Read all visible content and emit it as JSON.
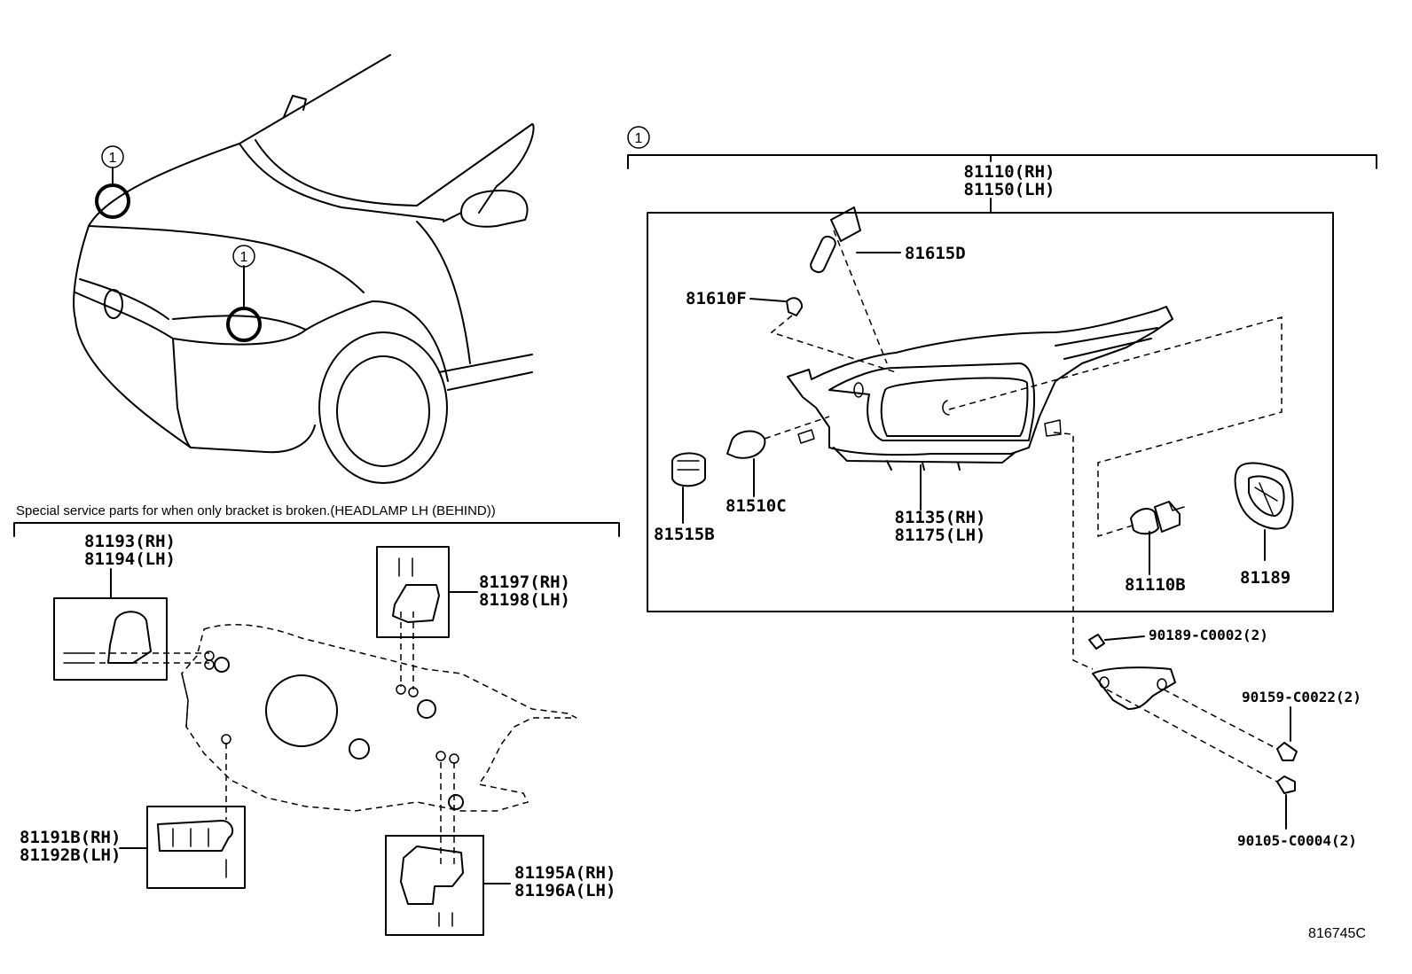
{
  "callouts": {
    "ref_number": "1"
  },
  "assembly": {
    "headlamp_rh": "81110(RH)",
    "headlamp_lh": "81150(LH)"
  },
  "parts": {
    "bulb_81615d": "81615D",
    "bulb_81610f": "81610F",
    "bulb_81510c": "81510C",
    "socket_81515b": "81515B",
    "housing_rh": "81135(RH)",
    "housing_lh": "81175(LH)",
    "bulb_81110b": "81110B",
    "cover_81189": "81189",
    "clip_90189": "90189-C0002(2)",
    "bolt_90159": "90159-C0022(2)",
    "screw_90105": "90105-C0004(2)"
  },
  "service": {
    "note": "Special service parts for when only bracket is broken.(HEADLAMP LH (BEHIND))",
    "bracket_81193": "81193(RH)",
    "bracket_81194": "81194(LH)",
    "bracket_81197": "81197(RH)",
    "bracket_81198": "81198(LH)",
    "bracket_81191b": "81191B(RH)",
    "bracket_81192b": "81192B(LH)",
    "bracket_81195a": "81195A(RH)",
    "bracket_81196a": "81196A(LH)"
  },
  "figure_code": "816745C"
}
